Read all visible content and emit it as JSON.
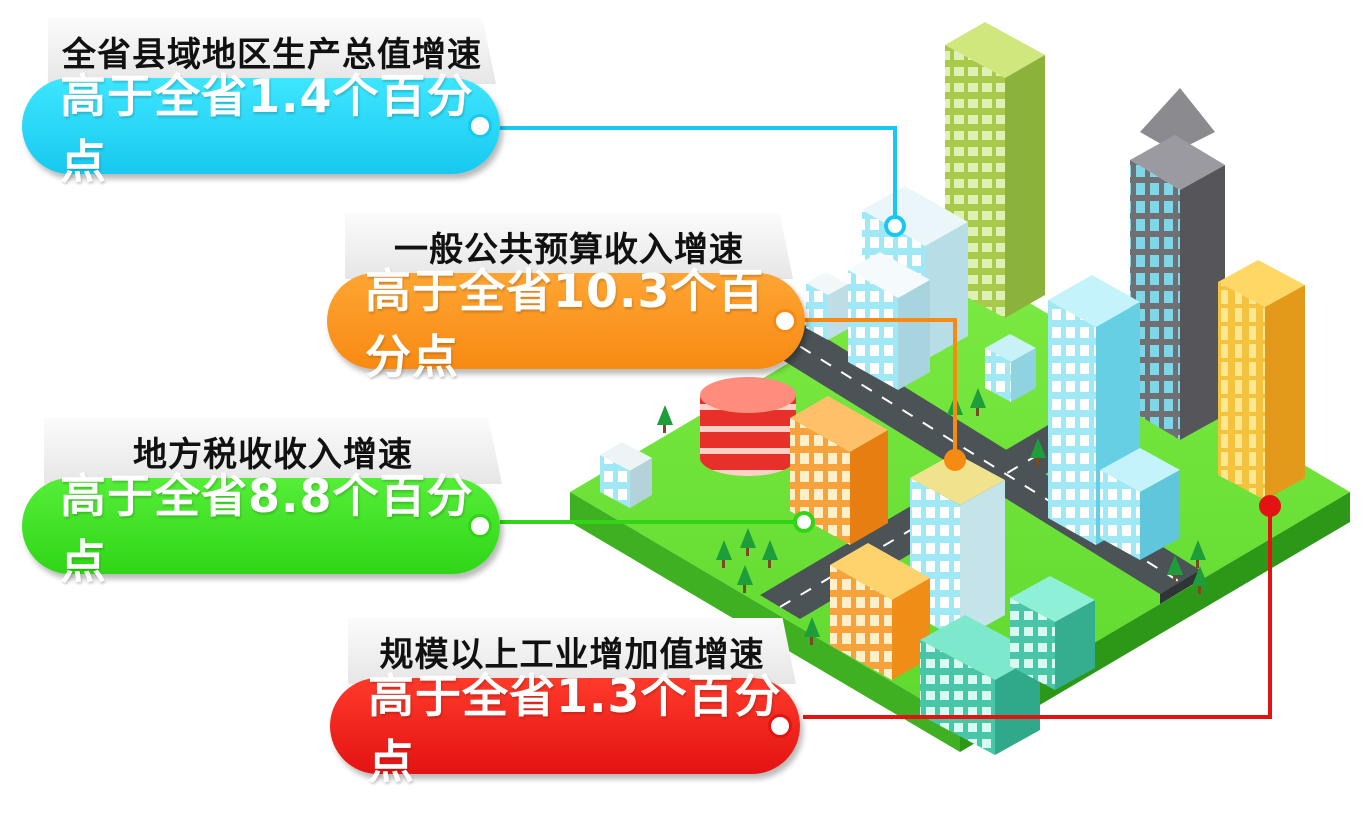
{
  "callouts": [
    {
      "title": "全省县域地区生产总值增速",
      "value": "高于全省1.4个百分点",
      "color": "#17c9ef"
    },
    {
      "title": "一般公共预算收入增速",
      "value": "高于全省10.3个百分点",
      "color": "#f78a12"
    },
    {
      "title": "地方税收收入增速",
      "value": "高于全省8.8个百分点",
      "color": "#2fd616"
    },
    {
      "title": "规模以上工业增加值增速",
      "value": "高于全省1.3个百分点",
      "color": "#e31313"
    }
  ],
  "illustration": {
    "subject": "isometric-city-block-icon",
    "colors": {
      "ground_top": "#6fe238",
      "ground_side": "#3cae1f",
      "road": "#4c5356",
      "road_mark": "#ffffff"
    }
  }
}
